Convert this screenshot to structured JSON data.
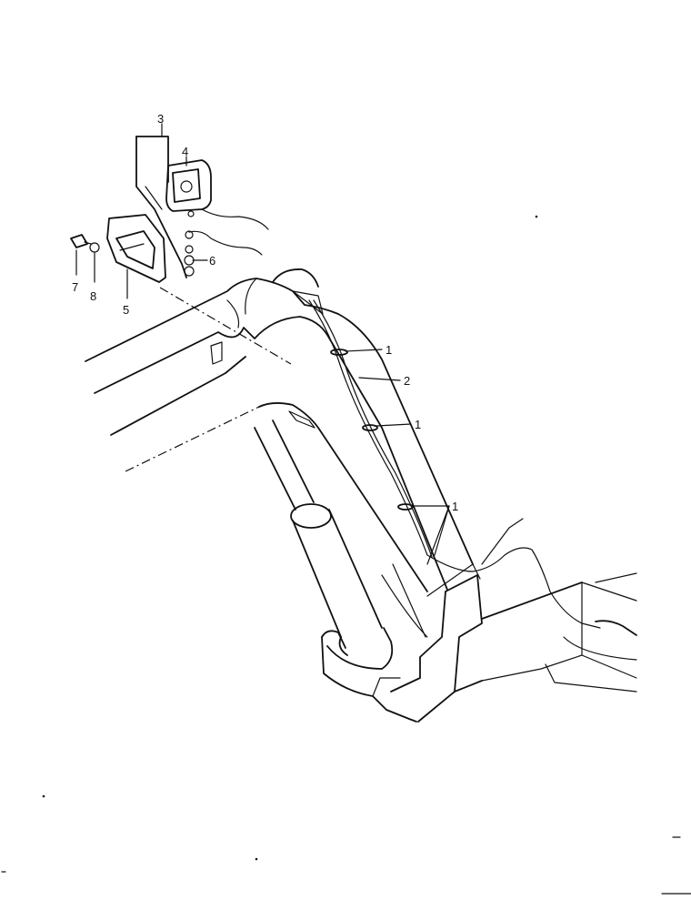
{
  "callouts": {
    "c1a": "1",
    "c1b": "1",
    "c1c": "1",
    "c2": "2",
    "c3": "3",
    "c4": "4",
    "c5": "5",
    "c6": "6",
    "c7": "7",
    "c8": "8"
  }
}
